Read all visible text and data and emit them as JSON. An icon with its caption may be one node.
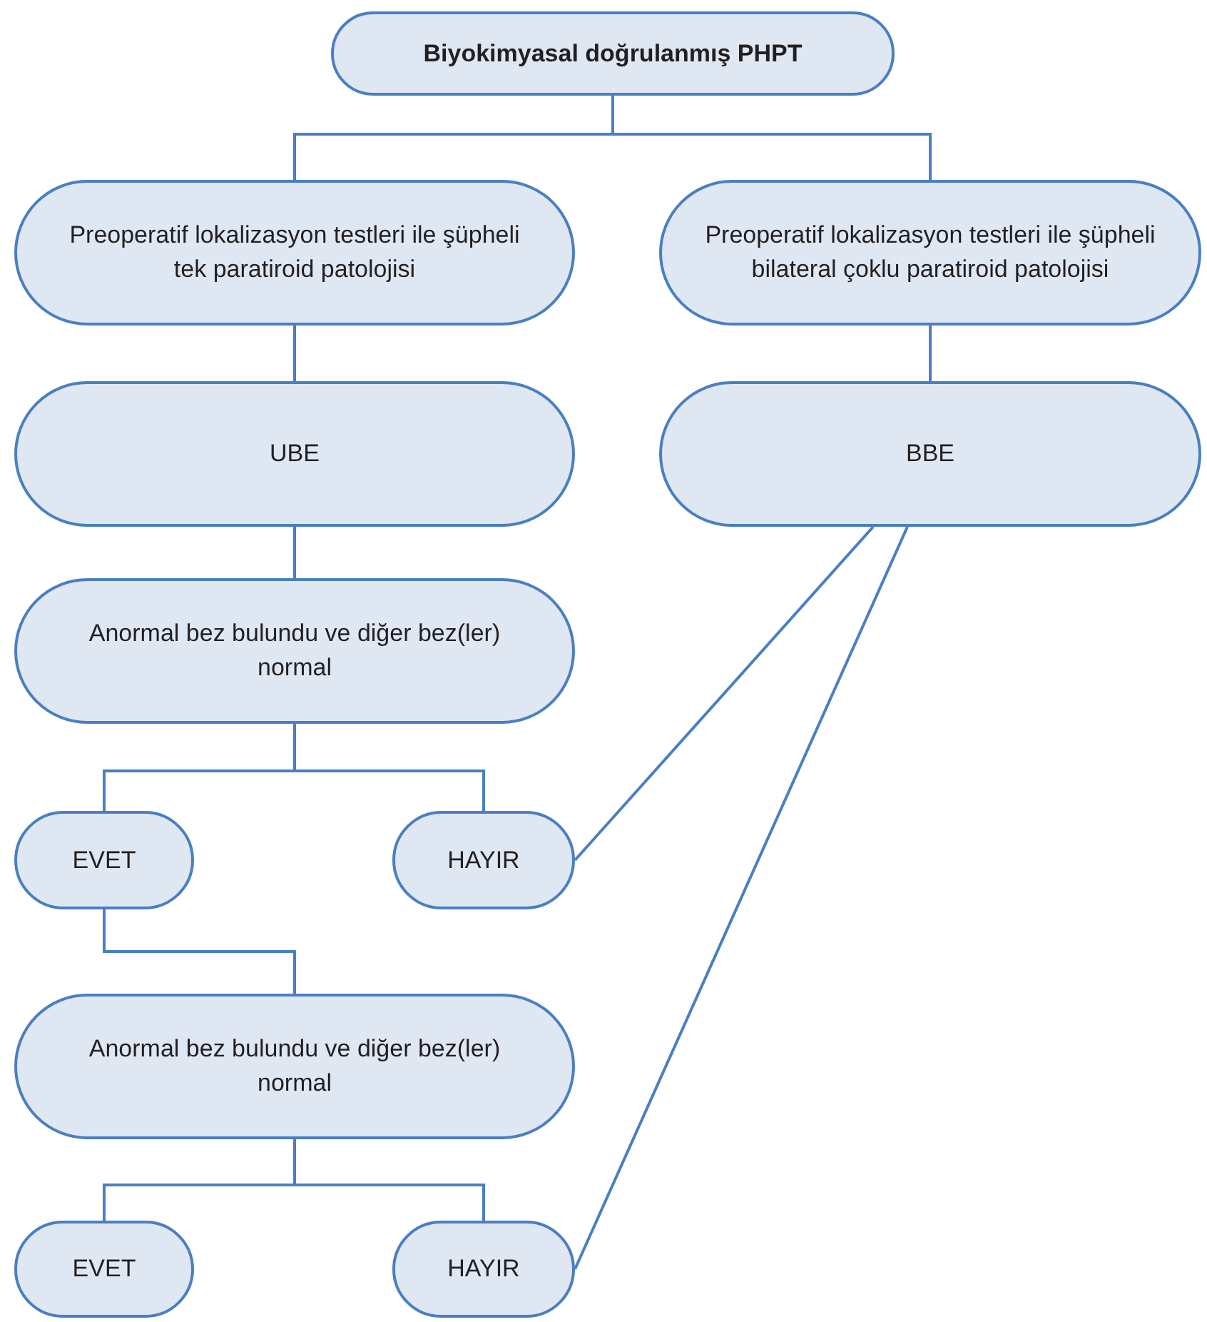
{
  "diagram": {
    "nodes": [
      {
        "text": [
          "Biyokimyasal doğrulanmış PHPT"
        ]
      },
      {
        "text": [
          "Preoperatif lokalizasyon testleri ile şüpheli tek paratiroid patolojisi"
        ]
      },
      {
        "text": [
          "Preoperatif lokalizasyon testleri ile şüpheli bilateral çoklu paratiroid patolojisi"
        ]
      },
      {
        "text": [
          "UBE"
        ]
      },
      {
        "text": [
          "BBE"
        ]
      },
      {
        "text": [
          "Anormal bez bulundu ve diğer bez(ler) normal"
        ]
      },
      {
        "text": [
          "EVET"
        ]
      },
      {
        "text": [
          "HAYIR"
        ]
      },
      {
        "text": [
          "Anormal bez bulundu ve diğer bez(ler) normal"
        ]
      },
      {
        "text": [
          "EVET"
        ]
      },
      {
        "text": [
          "HAYIR"
        ]
      }
    ],
    "edges": [
      {
        "from": 0,
        "to": 1,
        "arrow": "none"
      },
      {
        "from": 0,
        "to": 2,
        "arrow": "none"
      },
      {
        "from": 1,
        "to": 3,
        "arrow": "none"
      },
      {
        "from": 2,
        "to": 4,
        "arrow": "none"
      },
      {
        "from": 3,
        "to": 5,
        "arrow": "none"
      },
      {
        "from": 5,
        "to": 6,
        "arrow": "none"
      },
      {
        "from": 5,
        "to": 7,
        "arrow": "none"
      },
      {
        "from": 7,
        "to": 4,
        "arrow": "none"
      },
      {
        "from": 6,
        "to": 8,
        "arrow": "none"
      },
      {
        "from": 8,
        "to": 9,
        "arrow": "none"
      },
      {
        "from": 8,
        "to": 10,
        "arrow": "none"
      },
      {
        "from": 10,
        "to": 4,
        "arrow": "none"
      }
    ]
  }
}
